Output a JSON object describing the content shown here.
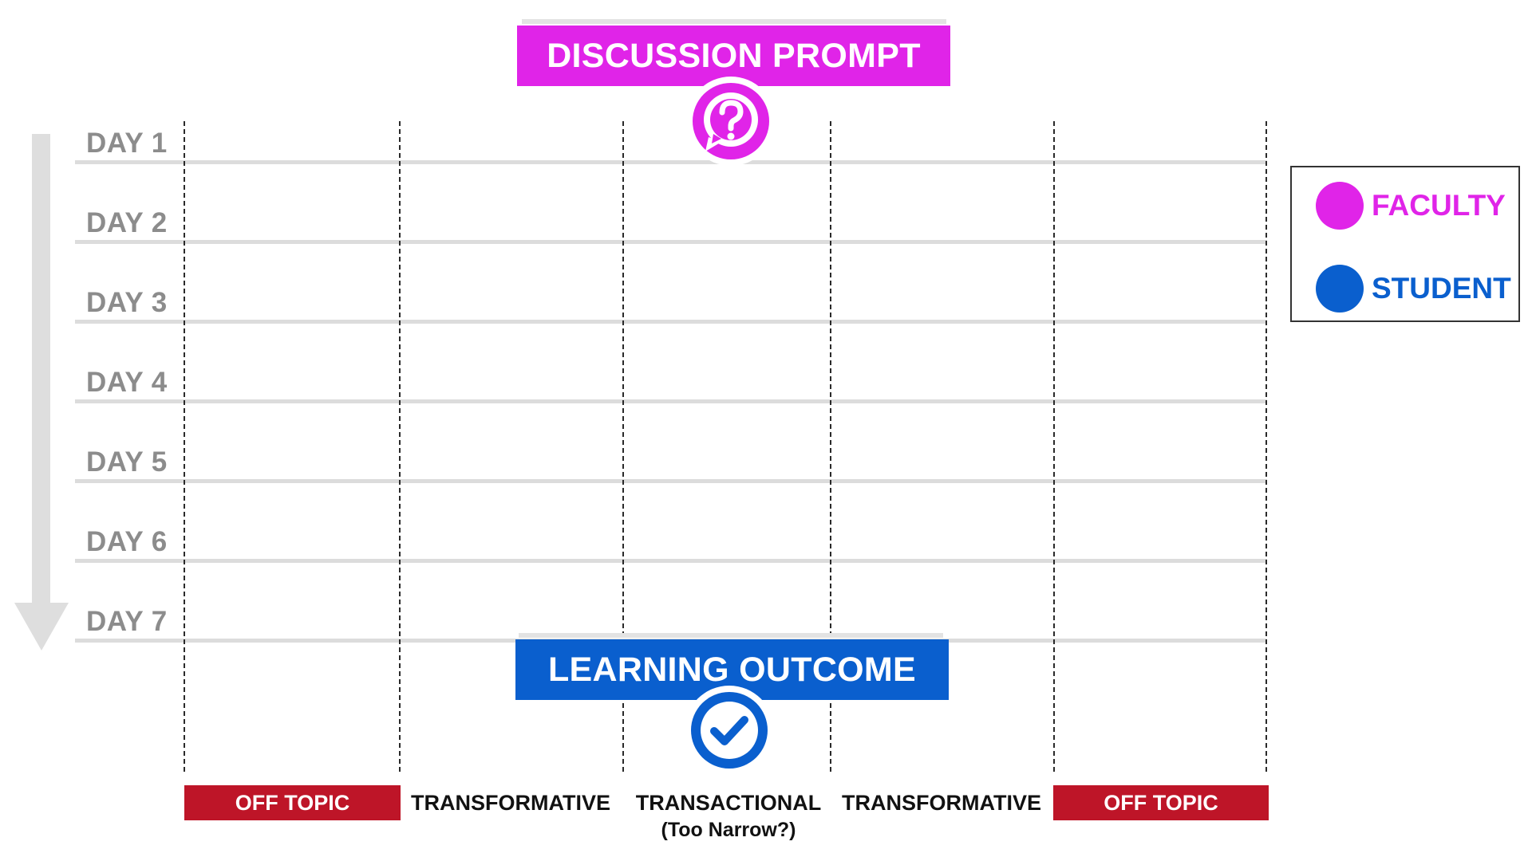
{
  "header": {
    "prompt_label": "DISCUSSION PROMPT",
    "prompt_icon": "question-bubble-icon",
    "prompt_color": "#e024e8"
  },
  "footer": {
    "outcome_label": "LEARNING OUTCOME",
    "outcome_icon": "checkmark-icon",
    "outcome_color": "#0a5fce"
  },
  "timeline": {
    "direction_icon": "down-arrow-icon",
    "days": [
      "DAY 1",
      "DAY 2",
      "DAY 3",
      "DAY 4",
      "DAY 5",
      "DAY 6",
      "DAY 7"
    ]
  },
  "categories": [
    {
      "label": "OFF TOPIC",
      "highlight_color": "#be1528"
    },
    {
      "label": "TRANSFORMATIVE"
    },
    {
      "label": "TRANSACTIONAL",
      "sublabel": "(Too Narrow?)"
    },
    {
      "label": "TRANSFORMATIVE"
    },
    {
      "label": "OFF TOPIC",
      "highlight_color": "#be1528"
    }
  ],
  "legend": {
    "items": [
      {
        "label": "FACULTY",
        "color": "#e024e8"
      },
      {
        "label": "STUDENT",
        "color": "#0a5fce"
      }
    ]
  }
}
